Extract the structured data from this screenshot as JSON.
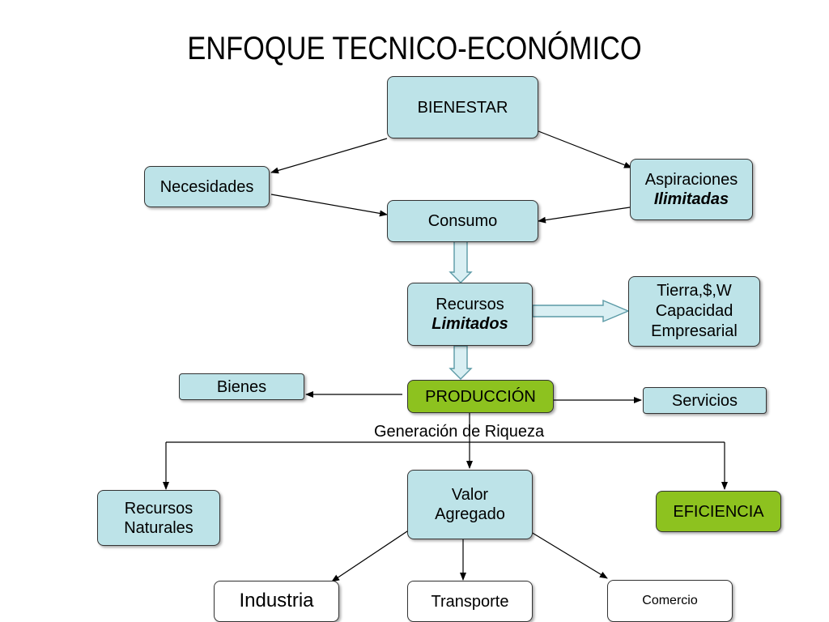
{
  "title": "ENFOQUE TECNICO-ECONÓMICO",
  "nodes": {
    "bienestar": "BIENESTAR",
    "necesidades": "Necesidades",
    "aspiraciones": {
      "line1": "Aspiraciones",
      "line2": "Ilimitadas"
    },
    "consumo": "Consumo",
    "recursos_limitados": {
      "line1": "Recursos",
      "line2": "Limitados"
    },
    "tierra": {
      "line1": "Tierra,$,W",
      "line2": "Capacidad",
      "line3": "Empresarial"
    },
    "bienes": "Bienes",
    "produccion": "PRODUCCIÓN",
    "servicios": "Servicios",
    "recursos_naturales": {
      "line1": "Recursos",
      "line2": "Naturales"
    },
    "valor_agregado": {
      "line1": "Valor",
      "line2": "Agregado"
    },
    "eficiencia": "EFICIENCIA",
    "industria": "Industria",
    "transporte": "Transporte",
    "comercio": "Comercio"
  },
  "caption": "Generación de Riqueza",
  "colors": {
    "node_fill": "#bde3e8",
    "highlight_fill": "#8dc21f",
    "leaf_fill": "#ffffff",
    "stroke": "#333333"
  }
}
